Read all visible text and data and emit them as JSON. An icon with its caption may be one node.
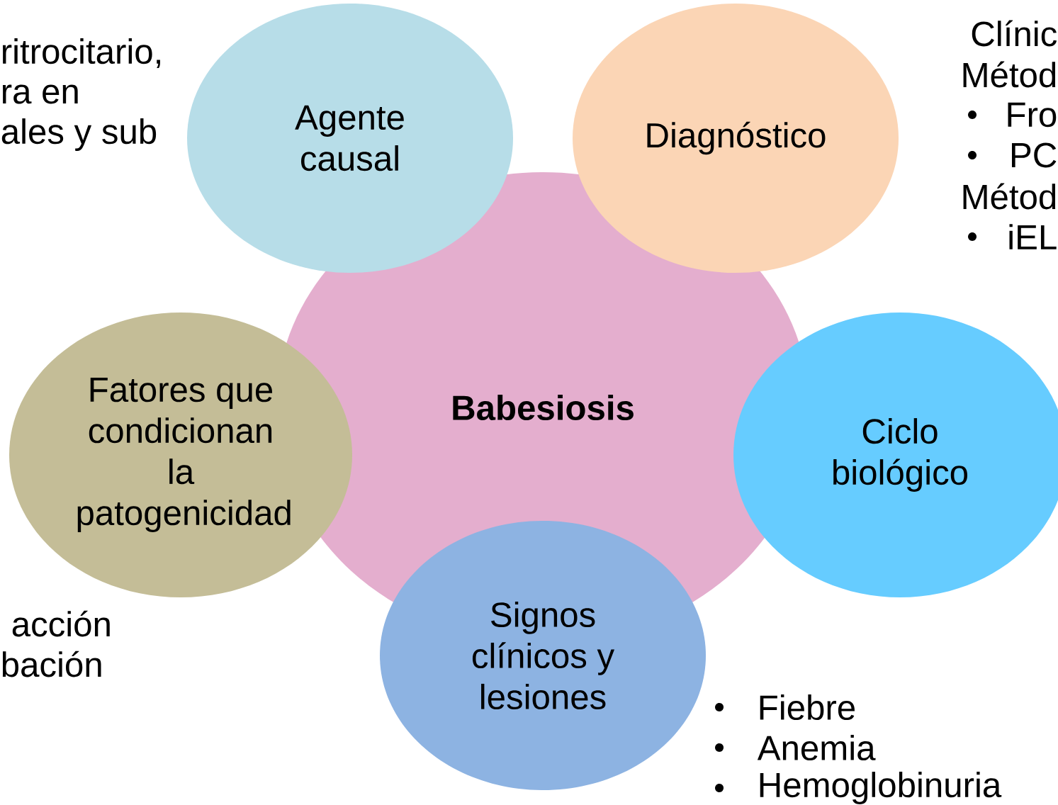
{
  "diagram": {
    "nodes": [
      {
        "text": [
          "**Babesiosis**"
        ]
      },
      {
        "text": [
          "Agente causal"
        ]
      },
      {
        "text": [
          "Diagnóstico"
        ]
      },
      {
        "text": [
          "Fatores que condicionan la patogenicidad"
        ]
      },
      {
        "text": [
          "Ciclo biológico"
        ]
      },
      {
        "text": [
          "Signos clínicos y lesiones"
        ]
      }
    ],
    "labels": [
      "ritrocitario,",
      "ra en",
      "ales y sub",
      "Clínic",
      "Métod",
      "Fro",
      "PC",
      "Métod",
      "iEL",
      "acción",
      "bación",
      "Fiebre",
      "Anemia",
      "Hemoglobinuria"
    ]
  }
}
